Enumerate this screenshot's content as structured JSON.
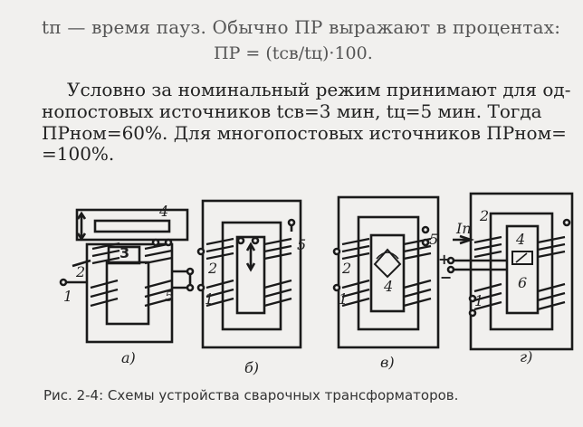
{
  "text": {
    "line1": "tп — время пауз. Обычно ПР выражают в процентах:",
    "line2": "ПР = (tсв/tц)·100.",
    "line3": "Условно за номинальный режим принимают для од-",
    "line4": "нопостовых источников tсв=3 мин, tц=5 мин. Тогда",
    "line5": "ПРном=60%. Для многопостовых источников ПРном=",
    "line6": "=100%."
  },
  "figure": {
    "panel_labels": [
      "а)",
      "б)",
      "в)",
      "г)"
    ],
    "part_labels": {
      "a": [
        "4",
        "3",
        "2",
        "1",
        "5"
      ],
      "b": [
        "5",
        "2",
        "1"
      ],
      "v": [
        "5",
        "2",
        "1",
        "4"
      ],
      "g": [
        "2",
        "4",
        "6",
        "1"
      ],
      "g_current": "Iп",
      "g_plus": "+",
      "g_minus": "−"
    },
    "caption": "Рис. 2-4: Схемы устройства сварочных трансформаторов."
  }
}
